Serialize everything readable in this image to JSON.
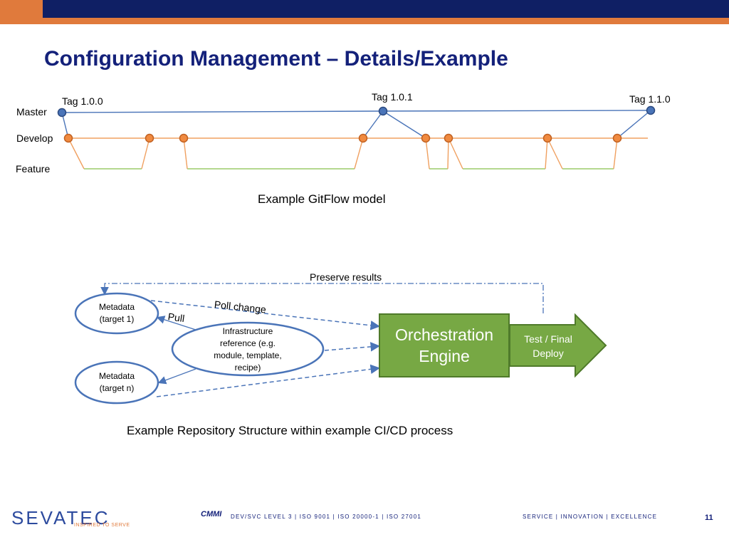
{
  "slide": {
    "title": "Configuration Management – Details/Example",
    "page_number": "11"
  },
  "gitflow": {
    "branches": {
      "master": "Master",
      "develop": "Develop",
      "feature": "Feature"
    },
    "tags": [
      "Tag 1.0.0",
      "Tag 1.0.1",
      "Tag 1.1.0"
    ],
    "caption": "Example GitFlow model"
  },
  "cicd": {
    "preserve_label": "Preserve results",
    "poll_label": "Poll change",
    "pull_label": "Pull",
    "metadata_1": [
      "Metadata",
      "(target 1)"
    ],
    "metadata_n": [
      "Metadata",
      "(target n)"
    ],
    "infrastructure": [
      "Infrastructure",
      "reference (e.g.",
      "module, template,",
      "recipe)"
    ],
    "engine": [
      "Orchestration",
      "Engine"
    ],
    "deploy": [
      "Test / Final",
      "Deploy"
    ],
    "caption": "Example Repository Structure within example CI/CD process"
  },
  "footer": {
    "logo_text": "SEVATEC",
    "logo_tagline": "INSPIRED TO SERVE",
    "cmmi": "CMMI",
    "certifications": "DEV/SVC LEVEL 3  |  ISO 9001  |  ISO 20000-1  |  ISO 27001",
    "values": "SERVICE  |  INNOVATION  |  EXCELLENCE"
  },
  "colors": {
    "navy": "#0f1f64",
    "orange": "#e07a3c",
    "master_line": "#4a74b8",
    "develop_line": "#f0a060",
    "feature_line": "#9ccc6a",
    "engine_fill": "#77a844"
  }
}
